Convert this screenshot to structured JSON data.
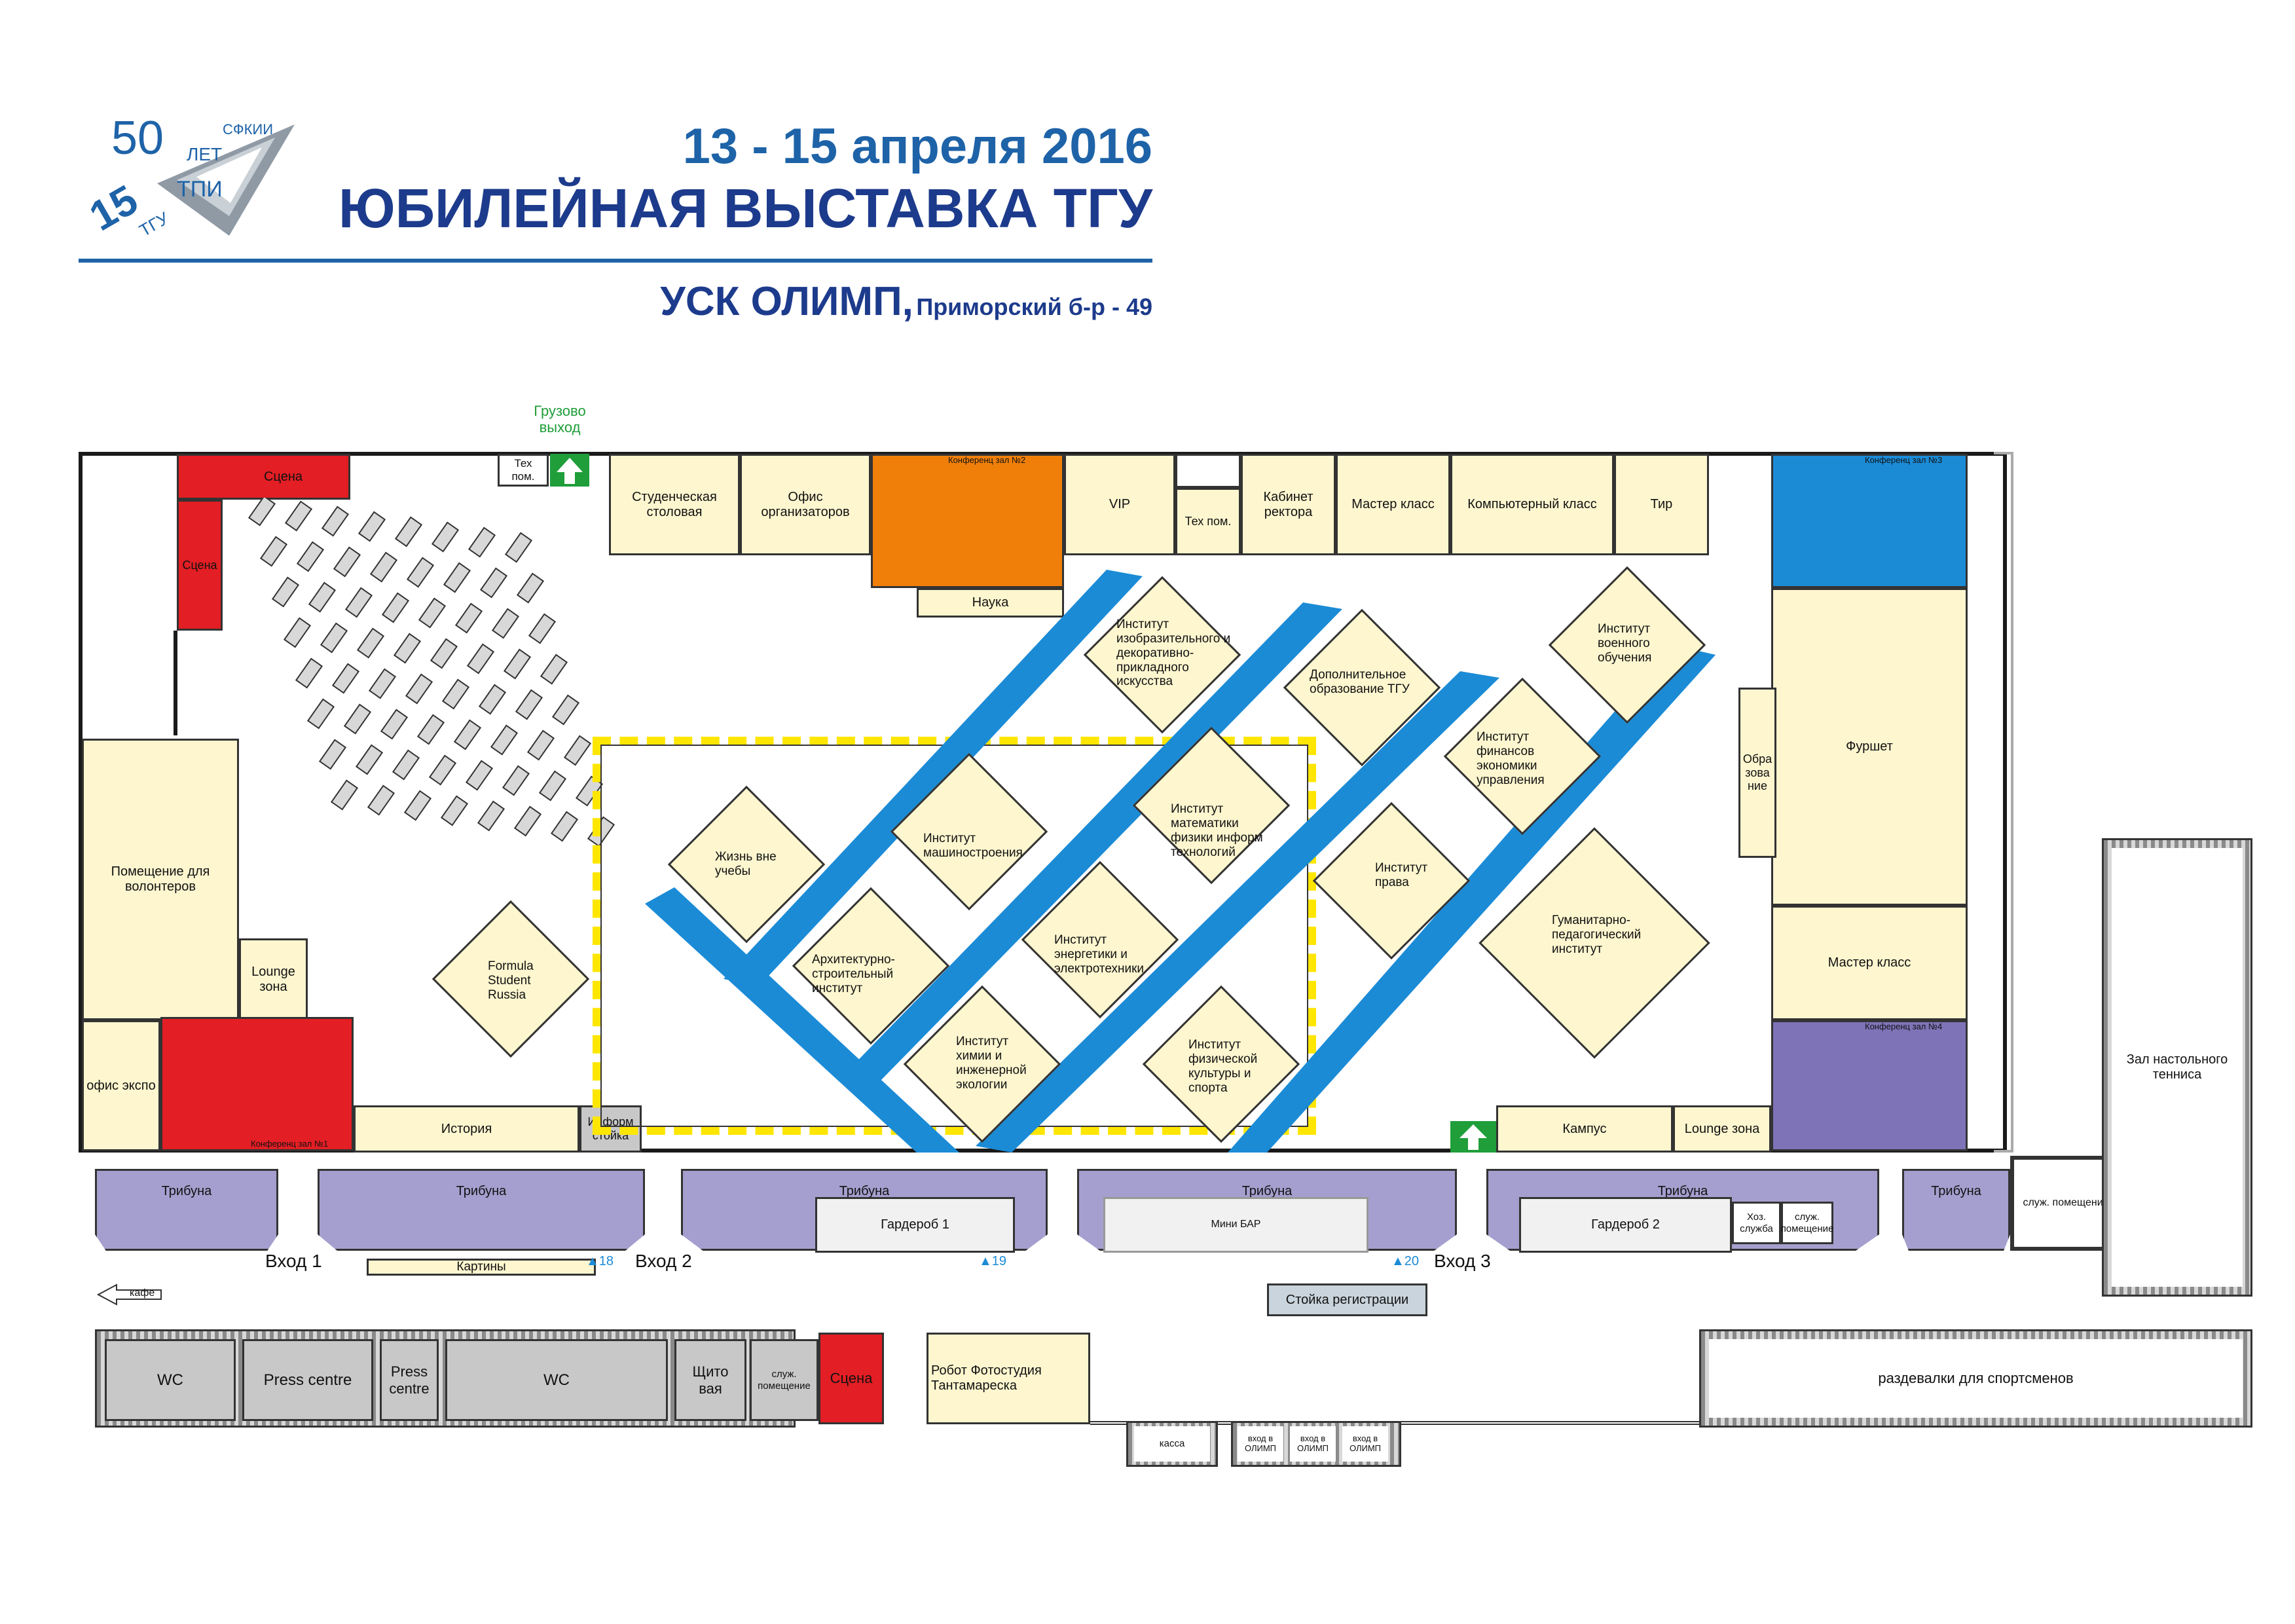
{
  "header": {
    "dates": "13 - 15 апреля 2016",
    "title": "ЮБИЛЕЙНАЯ ВЫСТАВКА ТГУ",
    "venue": "УСК ОЛИМП,",
    "address": "Приморский б-р - 49",
    "logo": {
      "n50": "50",
      "let": "ЛЕТ",
      "tpi": "ТПИ",
      "n15": "15",
      "tgu": "ТГУ",
      "sfkiii": "СФКИИ"
    }
  },
  "colors": {
    "blue_lane": "#1b8bd6",
    "red_hall": "#e31e24",
    "orange_hall": "#f07f0a",
    "purple_hall": "#7f73b8",
    "tribune": "#a59fcf",
    "room": "#fdf6cf",
    "yellow_dash": "#ffe600",
    "exit_green": "#1f9e3a"
  },
  "top": {
    "freight_exit": "Грузово выход",
    "tech_room_1": "Тех пом.",
    "stage": "Сцена",
    "stage_2": "Сцена",
    "student_canteen": "Студенческая столовая",
    "organizers_office": "Офис организаторов",
    "conf_hall_2": "Конференц зал №2",
    "science": "Наука",
    "vip": "VIP",
    "tech_room_2": "Тех пом.",
    "rector_office": "Кабинет ректора",
    "master_class_1": "Мастер класс",
    "computer_class": "Компьютерный класс",
    "shooting": "Тир",
    "conf_hall_3": "Конференц зал №3"
  },
  "right": {
    "education": "Обра зова ние",
    "buffet": "Фуршет",
    "master_class_2": "Мастер класс",
    "conf_hall_4": "Конференц зал №4",
    "campus": "Кампус",
    "lounge_2": "Lounge зона",
    "table_tennis": "Зал настольного тенниса"
  },
  "left": {
    "volunteers": "Помещение для волонтеров",
    "lounge_1": "Lounge зона",
    "office_expo": "офис экспо",
    "conf_hall_1": "Конференц зал №1",
    "history": "История",
    "info_desk": "Информ стойка",
    "formula": "Formula Student Russia"
  },
  "institutes": {
    "fine_arts": "Институт изобразительного и декоративно-прикладного искусства",
    "additional_edu": "Дополнительное образование ТГУ",
    "military": "Институт военного обучения",
    "finance": "Институт финансов экономики управления",
    "life": "Жизнь вне учебы",
    "mech": "Институт машиностроения",
    "math": "Институт математики физики информ технологий",
    "law": "Институт права",
    "humanities": "Гуманитарно-педагогический институт",
    "arch": "Архитектурно-строительный институт",
    "energy": "Институт энергетики и электротехники",
    "chem": "Институт химии и инженерной экологии",
    "sport": "Институт физической культуры и спорта"
  },
  "lower": {
    "tribune": "Трибуна",
    "wardrobe_1": "Гардероб 1",
    "mini_bar": "Мини БАР",
    "wardrobe_2": "Гардероб 2",
    "hoz_service": "Хоз. служба",
    "service_room": "служ. помещение",
    "entrance_1": "Вход 1",
    "entrance_2": "Вход 2",
    "entrance_3": "Вход 3",
    "paintings": "Картины",
    "cafe": "кафе",
    "registration": "Стойка регистрации",
    "n18": "18",
    "n19": "19",
    "n20": "20",
    "wc": "WC",
    "press_centre": "Press centre",
    "switchboard": "Щито вая",
    "scene": "Сцена",
    "robot": "Робот Фотостудия Тантамареска",
    "cashier": "касса",
    "olimp_entrance": "вход в ОЛИМП",
    "locker_rooms": "раздевалки для спортсменов"
  }
}
